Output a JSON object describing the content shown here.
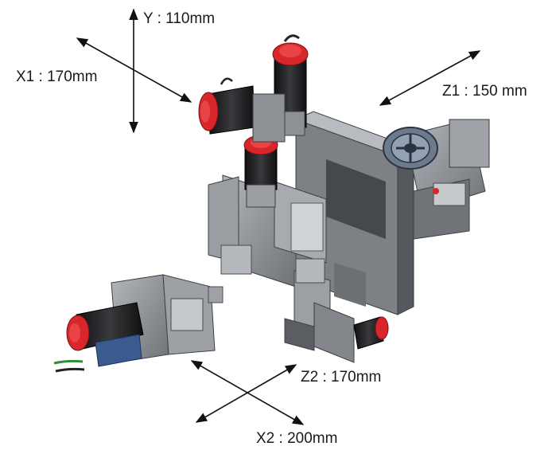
{
  "axes": {
    "y": "Y : 110mm",
    "x1": "X1 : 170mm",
    "z1": "Z1 : 150 mm",
    "z2": "Z2 : 170mm",
    "x2": "X2 : 200mm"
  },
  "colors": {
    "arrow": "#111111",
    "body": "#8f9296",
    "body_dark": "#5e6166",
    "body_light": "#c4c7cb",
    "motor": "#1d1d1f",
    "cap": "#d8262a",
    "accent_blue": "#3b5b8f"
  }
}
